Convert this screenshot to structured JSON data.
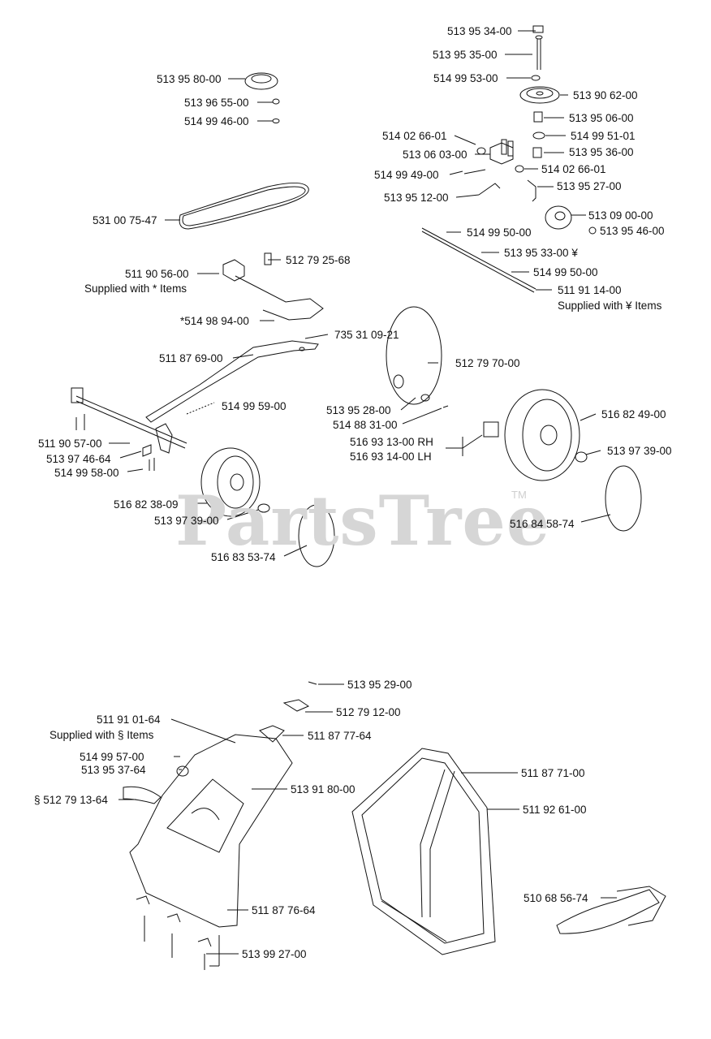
{
  "watermark": {
    "text": "PartsTree",
    "tm": "TM"
  },
  "parts": {
    "p513953400": "513 95 34-00",
    "p513953500": "513 95 35-00",
    "p514995300": "514 99 53-00",
    "p513906200": "513 90 62-00",
    "p513950600": "513 95 06-00",
    "p514995101": "514 99 51-01",
    "p514026601a": "514 02 66-01",
    "p513953600": "513 95 36-00",
    "p513060300": "513 06 03-00",
    "p514026601b": "514 02 66-01",
    "p514994900": "514 99 49-00",
    "p513952700": "513 95 27-00",
    "p513951200": "513 95 12-00",
    "p513090000": "513 09 00-00",
    "p513954600": "513 95 46-00",
    "p514995000a": "514 99 50-00",
    "p513953300": "513 95 33-00 ¥",
    "p514995000b": "514 99 50-00",
    "p511911400": "511 91 14-00",
    "p511911400note": "Supplied with ¥ Items",
    "p513958000": "513 95 80-00",
    "p513965500": "513 96 55-00",
    "p514994600": "514 99 46-00",
    "p531007547": "531 00 75-47",
    "p512792568": "512 79 25-68",
    "p511905600": "511 90 56-00",
    "p511905600note": "Supplied with * Items",
    "p514989400": "*514 98 94-00",
    "p735310921": "735 31 09-21",
    "p511876900": "511 87 69-00",
    "p512797000": "512 79 70-00",
    "p514995900": "514 99 59-00",
    "p513952800": "513 95 28-00",
    "p514883100": "514 88 31-00",
    "p516824900": "516 82 49-00",
    "p511905700": "511 90 57-00",
    "p516931300": "516 93 13-00 RH",
    "p516931400": "516 93 14-00 LH",
    "p513974664": "513 97 46-64",
    "p513973900a": "513 97 39-00",
    "p514995800": "514 99 58-00",
    "p516823809": "516 82 38-09",
    "p513973900b": "513 97 39-00",
    "p516845874": "516 84 58-74",
    "p516835374": "516 83 53-74",
    "p513952900": "513 95 29-00",
    "p512791200": "512 79 12-00",
    "p511910164": "511 91 01-64",
    "p511910164note": "Supplied with § Items",
    "p511877764": "511 87 77-64",
    "p514995700": "514 99 57-00",
    "p511877100": "511 87 71-00",
    "p513953764": "513 95 37-64",
    "p513918000": "513 91 80-00",
    "p512791364": "§ 512 79 13-64",
    "p511926100": "511 92 61-00",
    "p510685674": "510 68 56-74",
    "p511877664": "511 87 76-64",
    "p513992700": "513 99 27-00"
  }
}
